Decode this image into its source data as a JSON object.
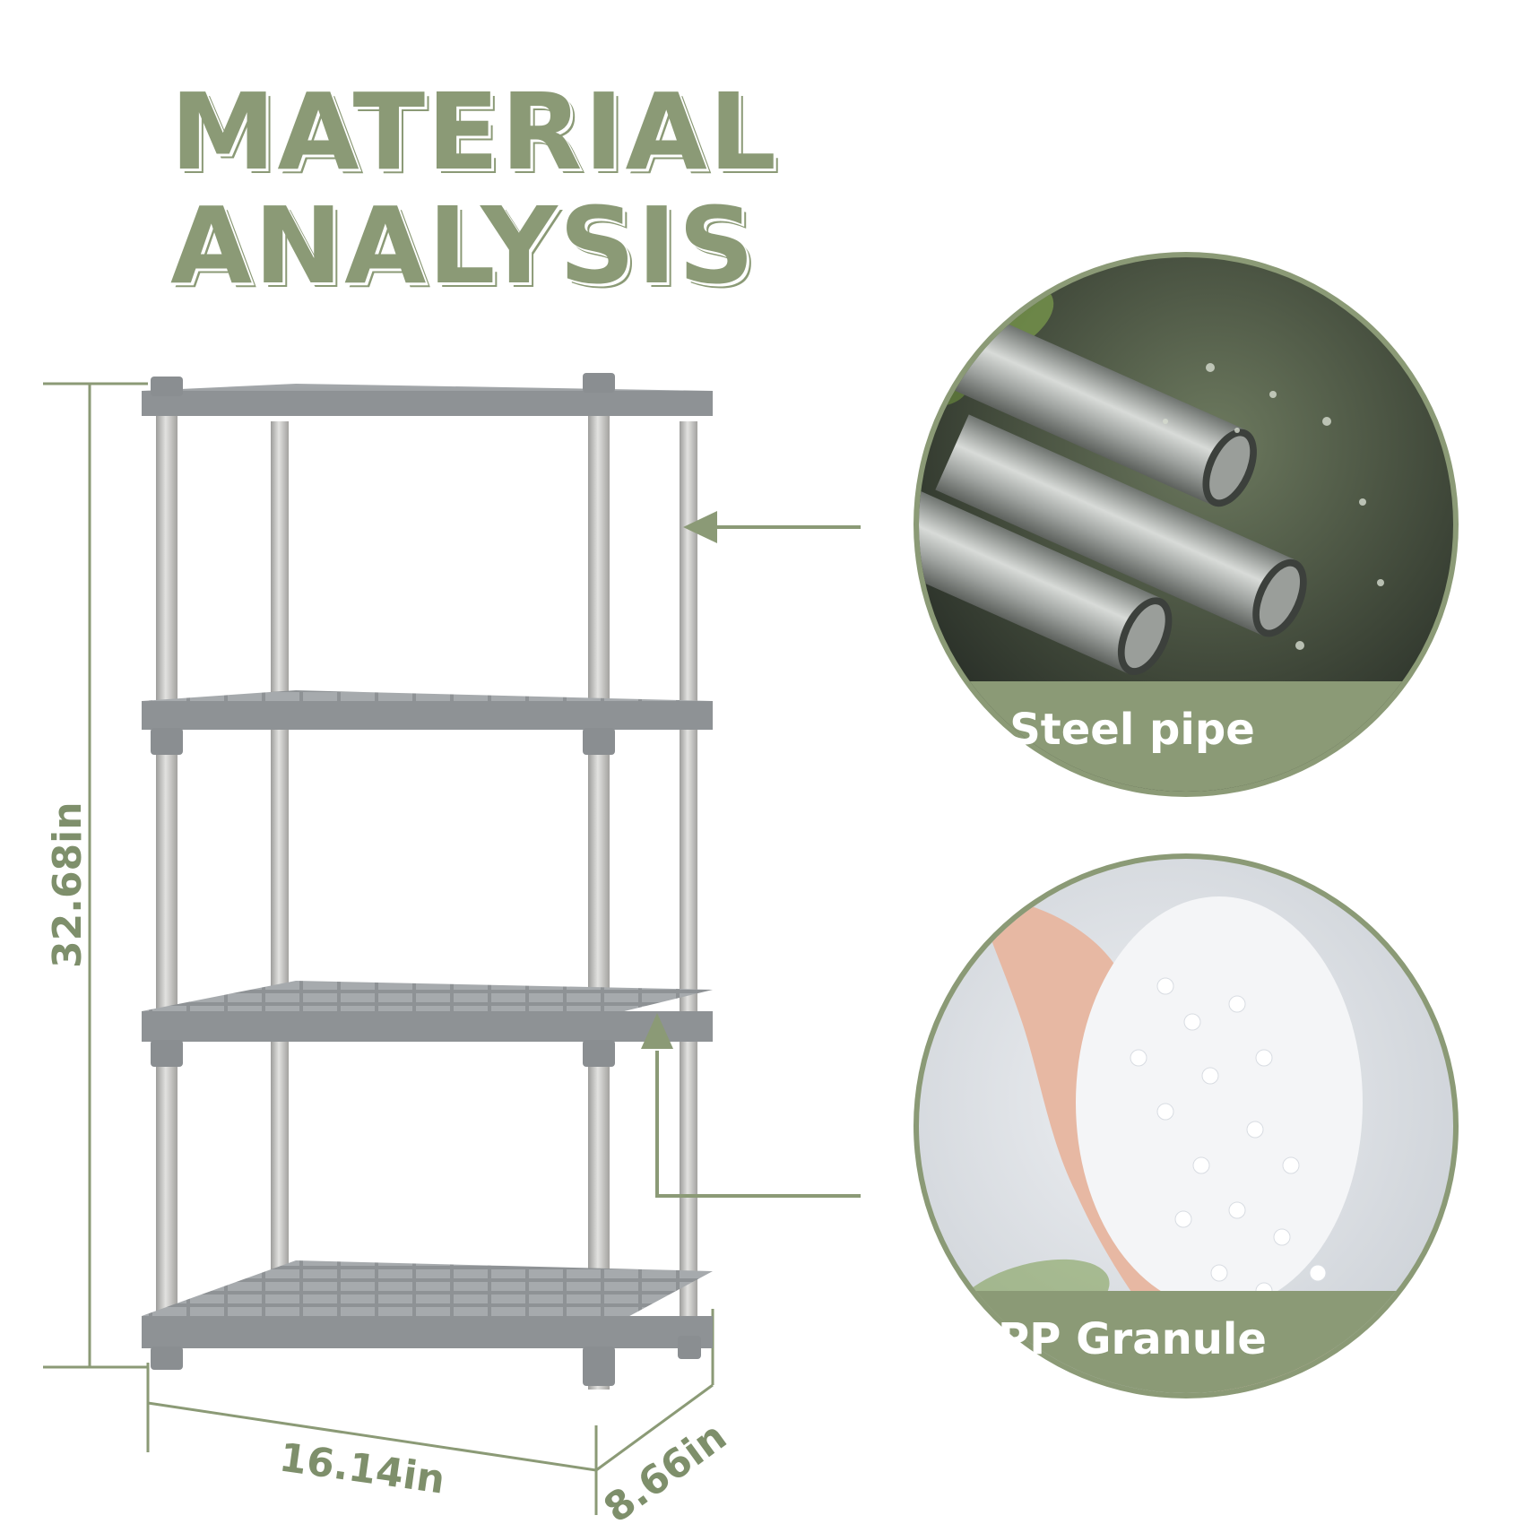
{
  "headline": {
    "line1": "MATERIAL",
    "line2": "ANALYSIS"
  },
  "materials": [
    {
      "label": "Steel pipe"
    },
    {
      "label": "PP Granule"
    }
  ],
  "dimensions": {
    "height": "32.68in",
    "width": "16.14in",
    "depth": "8.66in"
  },
  "colors": {
    "accent": "#8b9a76",
    "shelf": "#8f9396",
    "pole": "#b9b9b7",
    "background": "#ffffff"
  }
}
